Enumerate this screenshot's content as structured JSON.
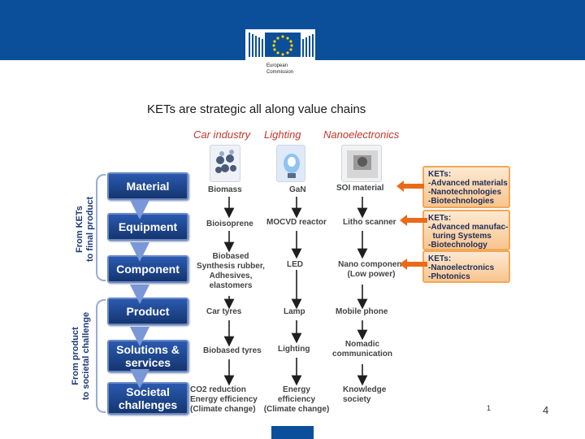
{
  "header": {
    "logo_line1": "European",
    "logo_line2": "Commission",
    "bar_color": "#0b4f9a"
  },
  "title": "KETs are strategic all along value chains",
  "categories": [
    "Car industry",
    "Lighting",
    "Nanoelectronics"
  ],
  "side_labels": {
    "upper": [
      "From KETs",
      "to final product"
    ],
    "lower": [
      "From product",
      "to societal challenge"
    ]
  },
  "stages": [
    {
      "label": "Material",
      "sub": ""
    },
    {
      "label": "Equipment",
      "sub": ""
    },
    {
      "label": "Component",
      "sub": ""
    },
    {
      "label": "Product",
      "sub": ""
    },
    {
      "label": "Solutions &",
      "sub": "services"
    },
    {
      "label": "Societal",
      "sub": "challenges"
    }
  ],
  "grid": {
    "car": [
      [
        "Biomass"
      ],
      [
        "Bioisoprene"
      ],
      [
        "Biobased",
        "Synthesis rubber,",
        "Adhesives,",
        "elastomers"
      ],
      [
        "Car tyres"
      ],
      [
        "Biobased tyres"
      ],
      [
        "CO2 reduction",
        "Energy efficiency",
        "(Climate change)"
      ]
    ],
    "lighting": [
      [
        "GaN"
      ],
      [
        "MOCVD reactor"
      ],
      [
        "LED"
      ],
      [
        "Lamp"
      ],
      [
        "Lighting"
      ],
      [
        "Energy",
        "efficiency",
        "(Climate change)"
      ]
    ],
    "nano": [
      [
        "SOI material"
      ],
      [
        "Litho scanner"
      ],
      [
        "Nano component",
        "(Low power)"
      ],
      [
        "Mobile phone"
      ],
      [
        "Nomadic",
        "communication"
      ],
      [
        "Knowledge",
        "society"
      ]
    ]
  },
  "kets_panels": [
    [
      "KETs:",
      "-Advanced materials",
      "-Nanotechnologies",
      "-Biotechnologies"
    ],
    [
      "KETs:",
      "-Advanced manufac-",
      "  turing Systems",
      "-Biotechnology"
    ],
    [
      "KETs:",
      "-Nanoelectronics",
      "-Photonics"
    ]
  ],
  "colors": {
    "stage_box": "#15356f",
    "arrow": "#1f1f1f",
    "category_text": "#c3372a",
    "panel_border": "#f0a85a",
    "panel_arrow": "#e96b1a"
  },
  "slide_number": "1",
  "page_number": "4"
}
